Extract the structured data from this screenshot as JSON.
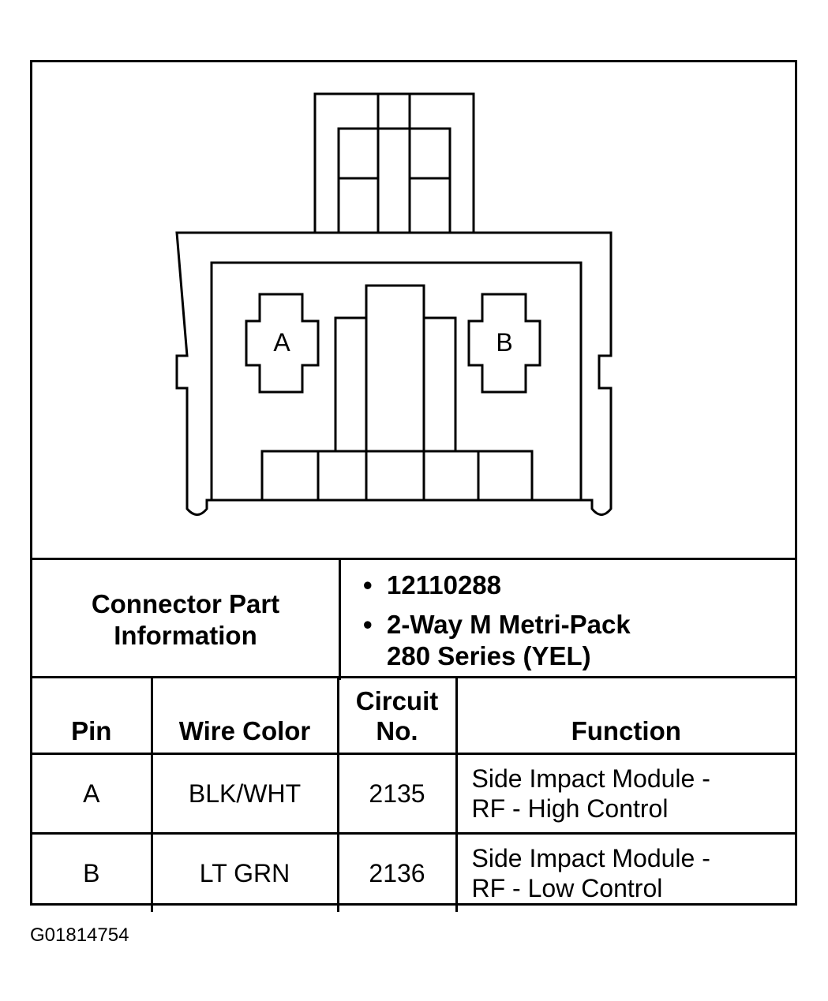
{
  "connector": {
    "cavity_a_label": "A",
    "cavity_b_label": "B"
  },
  "info": {
    "label_line1": "Connector Part",
    "label_line2": "Information",
    "items": [
      "12110288",
      "2-Way M Metri-Pack",
      "280 Series (YEL)"
    ]
  },
  "pin_table": {
    "headers": {
      "pin": "Pin",
      "wire_color": "Wire Color",
      "circuit_line1": "Circuit",
      "circuit_line2": "No.",
      "function": "Function"
    },
    "rows": [
      {
        "pin": "A",
        "wire_color": "BLK/WHT",
        "circuit": "2135",
        "function_line1": "Side Impact Module -",
        "function_line2": "RF - High Control"
      },
      {
        "pin": "B",
        "wire_color": "LT GRN",
        "circuit": "2136",
        "function_line1": "Side Impact Module -",
        "function_line2": "RF - Low Control"
      }
    ]
  },
  "figure_id": "G01814754"
}
